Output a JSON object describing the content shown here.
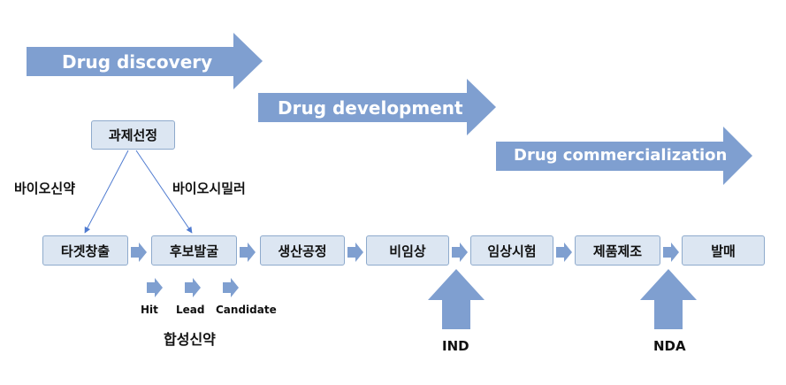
{
  "phases": [
    {
      "label": "Drug discovery"
    },
    {
      "label": "Drug development"
    },
    {
      "label": "Drug commercialization"
    }
  ],
  "top_task": "과제선정",
  "branches": {
    "left": "바이오신약",
    "right": "바이오시밀러"
  },
  "steps": [
    "타겟창출",
    "후보발굴",
    "생산공정",
    "비임상",
    "임상시험",
    "제품제조",
    "발매"
  ],
  "sub_steps": [
    "Hit",
    "Lead",
    "Candidate"
  ],
  "sub_group_label": "합성신약",
  "milestones": {
    "ind": "IND",
    "nda": "NDA"
  },
  "colors": {
    "arrow_fill": "#7f9fd0",
    "box_fill": "#dce6f2",
    "box_border": "#8eaacc",
    "line": "#4f7bd0"
  }
}
